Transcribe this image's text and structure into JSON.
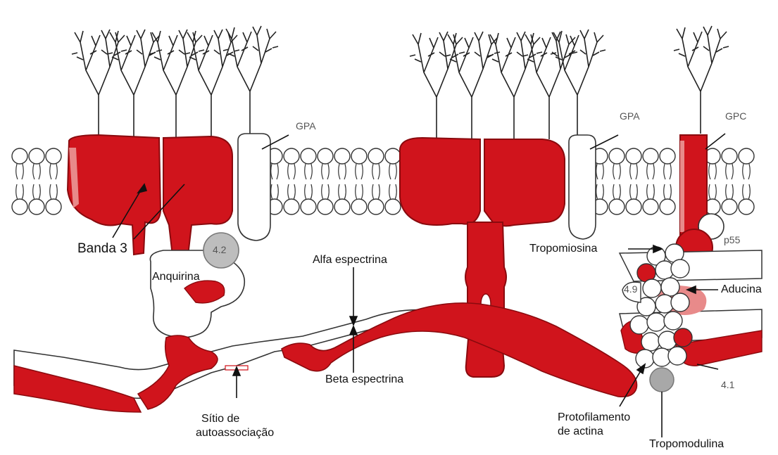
{
  "labels": {
    "gpa_left": "GPA",
    "gpa_right": "GPA",
    "gpc": "GPC",
    "p55": "p55",
    "banda3": "Banda 3",
    "band_4_2": "4.2",
    "anquirina": "Anquirina",
    "alfa_espectrina": "Alfa espectrina",
    "beta_espectrina": "Beta espectrina",
    "tropomiosina": "Tropomiosina",
    "band_4_9": "4.9",
    "aducina": "Aducina",
    "band_4_1": "4.1",
    "sitio_line1": "Sítio de",
    "sitio_line2": "autoassociação",
    "protofilamento_line1": "Protofilamento",
    "protofilamento_line2": "de actina",
    "tropomodulina": "Tropomodulina"
  },
  "colors": {
    "protein_red": "#d0141c",
    "dark_red": "#a40d12",
    "pink": "#e88a8a",
    "grey_band": "#bdbdbd",
    "outline": "#333333"
  }
}
